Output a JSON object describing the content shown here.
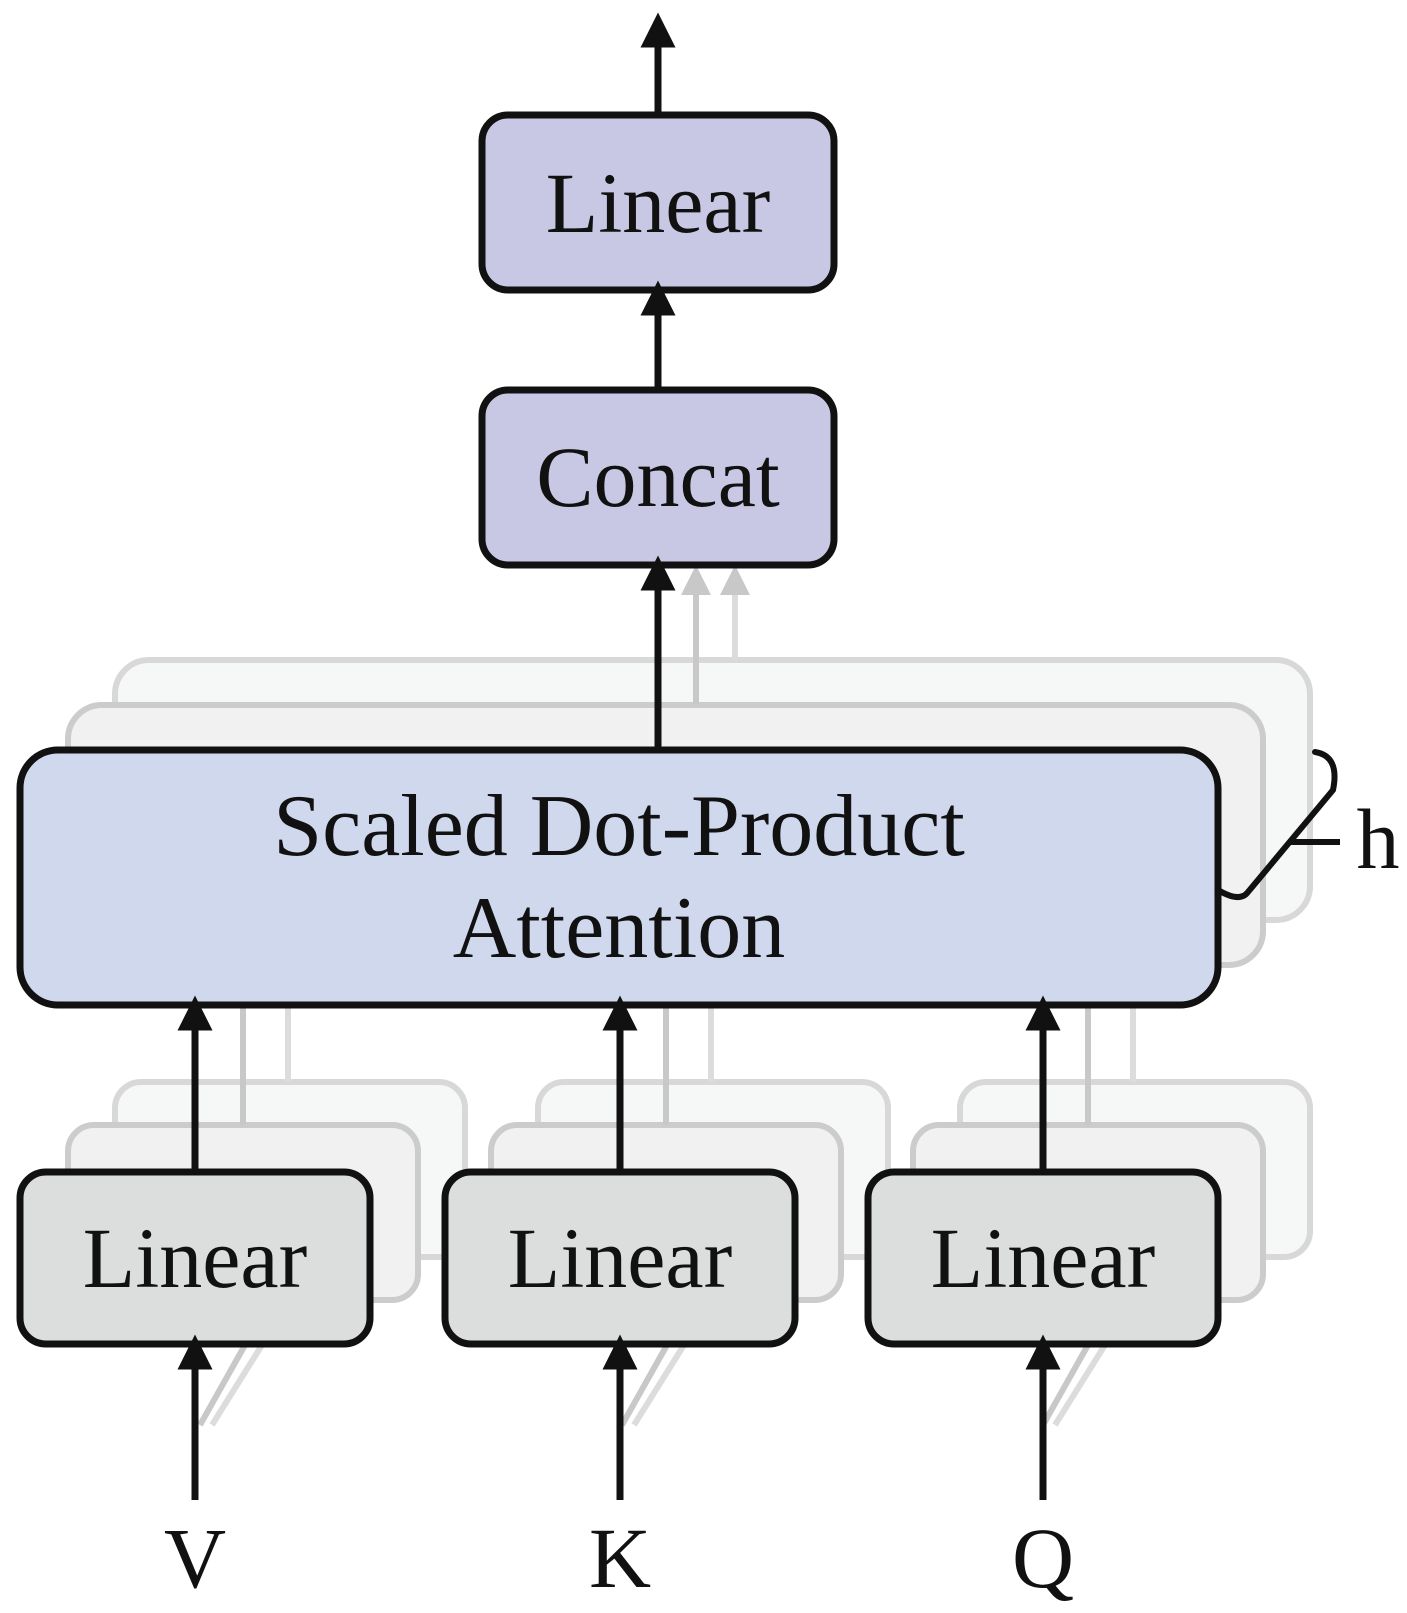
{
  "blocks": {
    "output_linear": "Linear",
    "concat": "Concat",
    "attention_line1": "Scaled Dot-Product",
    "attention_line2": "Attention",
    "v_linear": "Linear",
    "k_linear": "Linear",
    "q_linear": "Linear"
  },
  "heads_label": "h",
  "inputs": {
    "v": "V",
    "k": "K",
    "q": "Q"
  },
  "colors": {
    "top_blocks_fill": "#c8c8e4",
    "attention_fill": "#d0d8ee",
    "linear_fill": "#dcdddd",
    "stroke": "#111111",
    "ghost_stroke": "#c8c8c8",
    "ghost_fill": "#f1f1f1"
  }
}
